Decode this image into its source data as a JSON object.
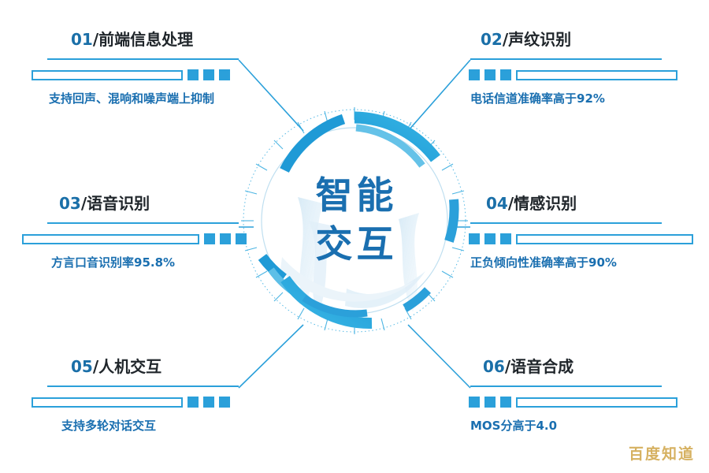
{
  "center": {
    "line1": "智能",
    "line2": "交互"
  },
  "watermark": "百度知道",
  "colors": {
    "accent": "#2ba0da",
    "deep_blue": "#1a6fb0",
    "title_num": "#1a6fa8",
    "title_text": "#20262b",
    "watermark": "#d6b161",
    "arc_light": "#7fc4e8",
    "arc_pale": "#cfe6f4"
  },
  "items": [
    {
      "num": "01",
      "sep": "/",
      "title": "前端信息处理",
      "desc": "支持回声、混响和噪声端上抑制",
      "side": "left"
    },
    {
      "num": "02",
      "sep": "/",
      "title": "声纹识别",
      "desc": "电话信道准确率高于92%",
      "side": "right"
    },
    {
      "num": "03",
      "sep": "/",
      "title": "语音识别",
      "desc": "方言口音识别率95.8%",
      "side": "left"
    },
    {
      "num": "04",
      "sep": "/",
      "title": "情感识别",
      "desc": "正负倾向性准确率高于90%",
      "side": "right"
    },
    {
      "num": "05",
      "sep": "/",
      "title": "人机交互",
      "desc": "支持多轮对话交互",
      "side": "left"
    },
    {
      "num": "06",
      "sep": "/",
      "title": "语音合成",
      "desc": "MOS分高于4.0",
      "side": "right"
    }
  ]
}
